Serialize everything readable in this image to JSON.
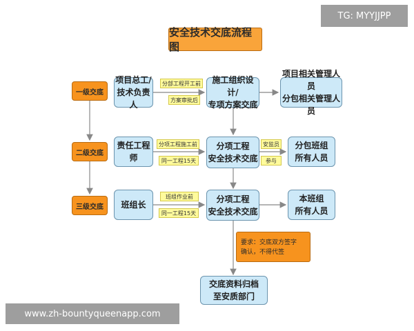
{
  "title": "安全技术交底流程图",
  "levels": [
    "一级交底",
    "二级交底",
    "三级交底"
  ],
  "rows": [
    {
      "left_node": "项目总工/\n技术负责人",
      "tags_left": [
        "分部工程开工前",
        "方案审批后"
      ],
      "center_node": "施工组织设计/\n专项方案交底",
      "tags_right": [],
      "right_node": "项目相关管理人员\n分包相关管理人员"
    },
    {
      "left_node": "责任工程师",
      "tags_left": [
        "分项工程施工前",
        "同一工程15天"
      ],
      "center_node": "分项工程\n安全技术交底",
      "tags_right": [
        "安监员",
        "参与"
      ],
      "right_node": "分包班组\n所有人员"
    },
    {
      "left_node": "班组长",
      "tags_left": [
        "班组作业前",
        "同一工程15天"
      ],
      "center_node": "分项工程\n安全技术交底",
      "tags_right": [],
      "right_node": "本班组\n所有人员"
    }
  ],
  "requirement": "要求：交底双方签字\n确认，不得代签",
  "archive": "交底资料归档\n至安质部门",
  "overlay_tag": "TG: MYYJJPP",
  "watermark": "www.zh-bountyqueenapp.com",
  "colors": {
    "orange": "#f7931e",
    "node_blue": "#cde9f8",
    "tag_yellow": "#fffb9c",
    "arrow": "#888888"
  }
}
